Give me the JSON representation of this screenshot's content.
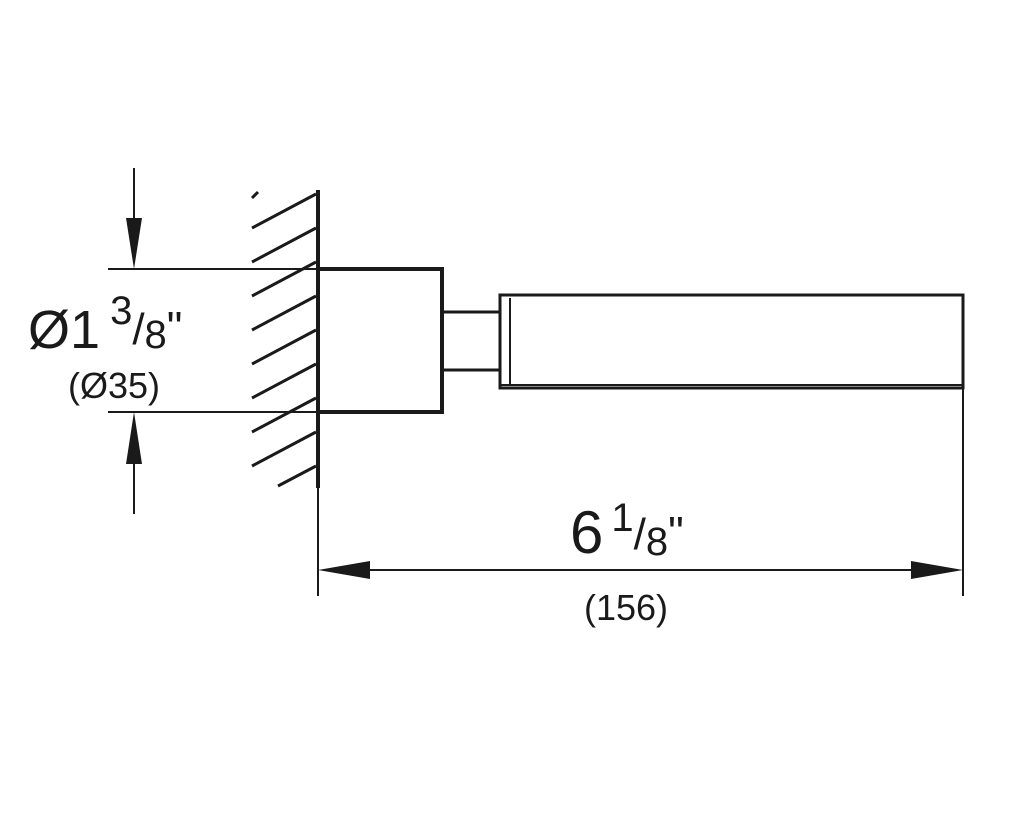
{
  "diameter": {
    "symbol": "Ø",
    "whole": "1",
    "numerator": "3",
    "slash": "/",
    "denominator": "8",
    "unit": "\"",
    "metric": "(Ø35)"
  },
  "length": {
    "whole": "6",
    "numerator": "1",
    "slash": "/",
    "denominator": "8",
    "unit": "\"",
    "metric": "(156)"
  },
  "colors": {
    "ink": "#1a1a1a",
    "background": "#ffffff"
  }
}
